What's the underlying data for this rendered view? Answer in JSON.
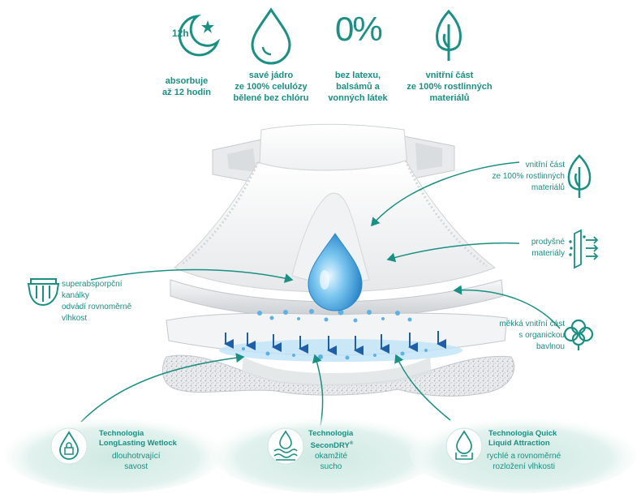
{
  "top_features": [
    {
      "icon": "moon-12h-icon",
      "badge": "12h",
      "text": "absorbuje\naž 12 hodin"
    },
    {
      "icon": "water-drop-icon",
      "text": "savé jádro\nze 100% celulózy\nbělené bez chlóru"
    },
    {
      "icon": "zero-percent-icon",
      "badge": "0%",
      "text": "bez latexu,\nbalsámů a\nvonných látek"
    },
    {
      "icon": "leaf-icon",
      "text": "vnitřní část\nze 100% rostlinných\nmateriálů"
    }
  ],
  "right_callouts": [
    {
      "icon": "leaf-icon",
      "text": "vnitřní část\nze 100% rostlinných\nmateriálů"
    },
    {
      "icon": "breathable-layer-icon",
      "text": "prodyšné\nmateriály"
    },
    {
      "icon": "cotton-flower-icon",
      "text": "měkká vnitřní část\ns organickou\nbavlnou"
    }
  ],
  "left_callout": {
    "icon": "diaper-channels-icon",
    "text": "superabsporpční\nkanálky\nodvádí rovnoměrně\nvlhkost"
  },
  "technologies": [
    {
      "icon": "lock-drop-icon",
      "title": "Technologia\nLongLasting Wetlock",
      "sub": "dlouhotrvající\nsavost"
    },
    {
      "icon": "dry-layer-icon",
      "title": "Technologia\nSeconDRY",
      "reg": "®",
      "sub": "okamžité\nsucho"
    },
    {
      "icon": "drop-absorb-icon",
      "title": "Technologia Quick\nLiquid Attraction",
      "sub": "rychlé a rovnoměrné\nrozložení vlhkosti"
    }
  ],
  "colors": {
    "accent": "#1a8f83",
    "drop": "#3b9bd6",
    "blob": "#d5ece6"
  }
}
